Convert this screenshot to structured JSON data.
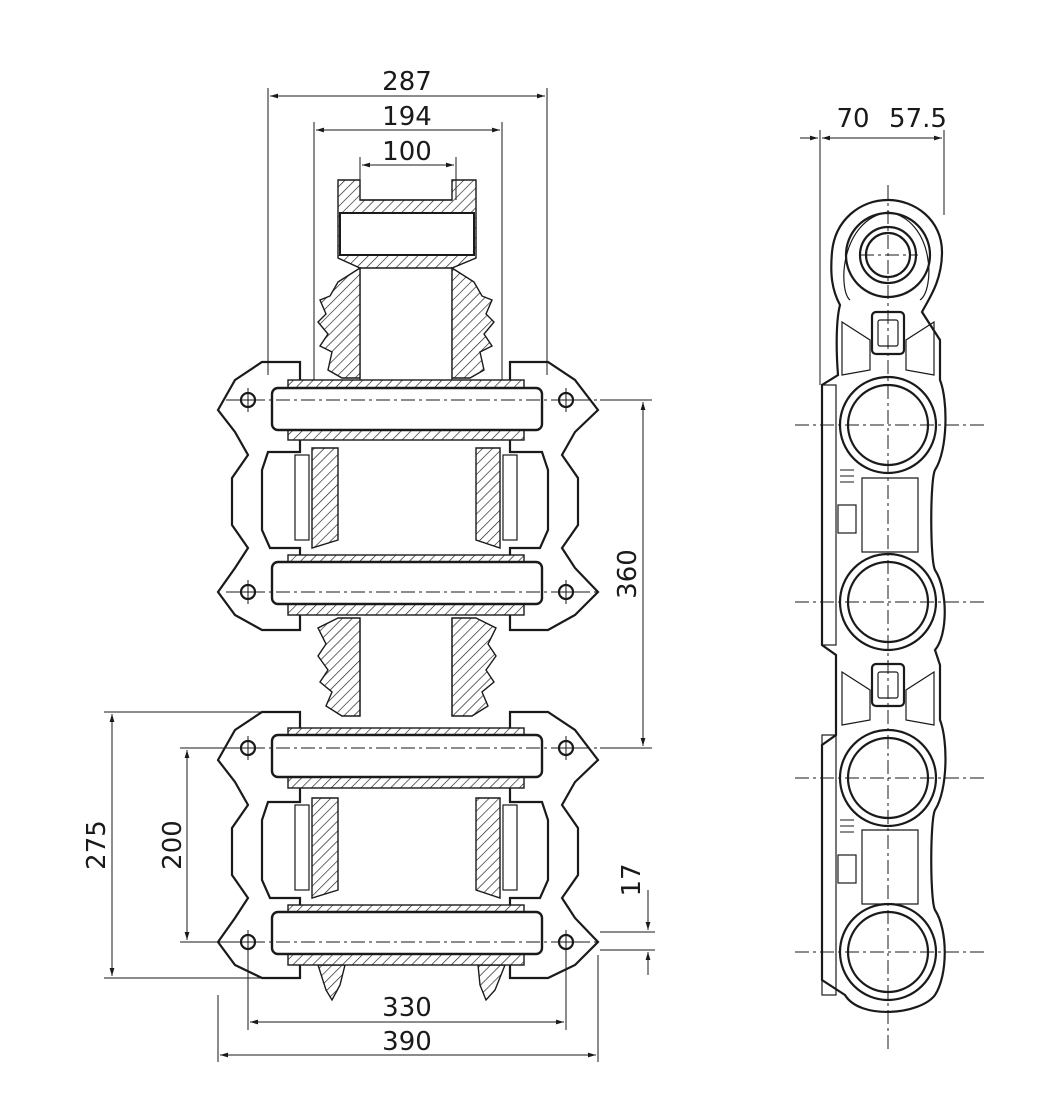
{
  "front_view": {
    "dimensions": {
      "overall_pin_length": "287",
      "inner_width": "194",
      "roller_width": "100",
      "pitch": "360",
      "section_height": "275",
      "inner_pitch": "200",
      "offset": "17",
      "bolt_spacing": "330",
      "overall_width": "390"
    }
  },
  "side_view": {
    "dimensions": {
      "left_width": "70",
      "right_width": "57.5"
    }
  }
}
